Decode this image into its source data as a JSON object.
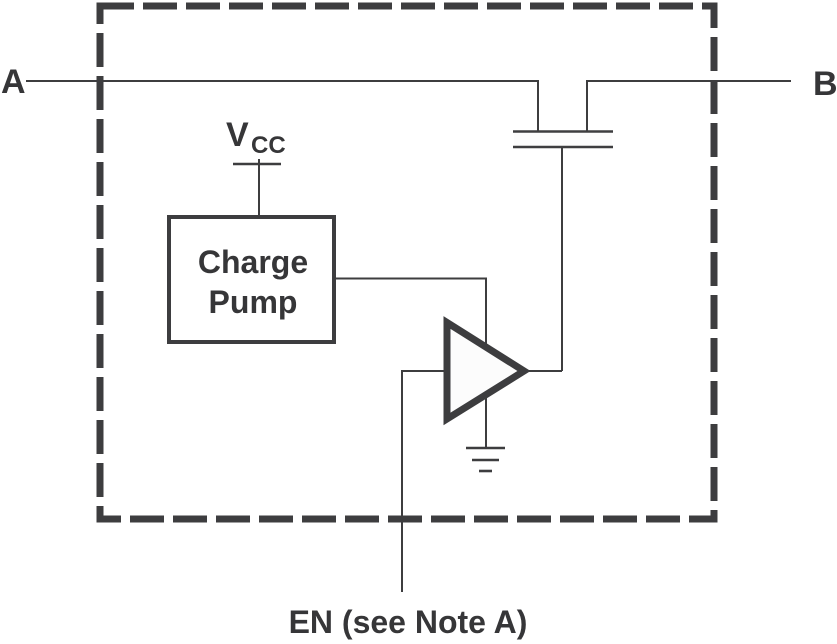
{
  "diagram": {
    "type": "circuit-schematic",
    "ports": {
      "a": "A",
      "b": "B",
      "enable": "EN (see Note A)"
    },
    "power": {
      "vcc_main": "V",
      "vcc_sub": "CC"
    },
    "blocks": {
      "charge_pump_line1": "Charge",
      "charge_pump_line2": "Pump"
    },
    "symbols": [
      "ic-boundary-dashed-box",
      "vcc-terminal-icon",
      "nmos-pass-transistor-icon",
      "buffer-amplifier-icon",
      "ground-icon"
    ]
  },
  "colors": {
    "stroke": "#3d3d3f",
    "text": "#363638",
    "fill_light": "#fcfcfc",
    "background": "#ffffff"
  }
}
